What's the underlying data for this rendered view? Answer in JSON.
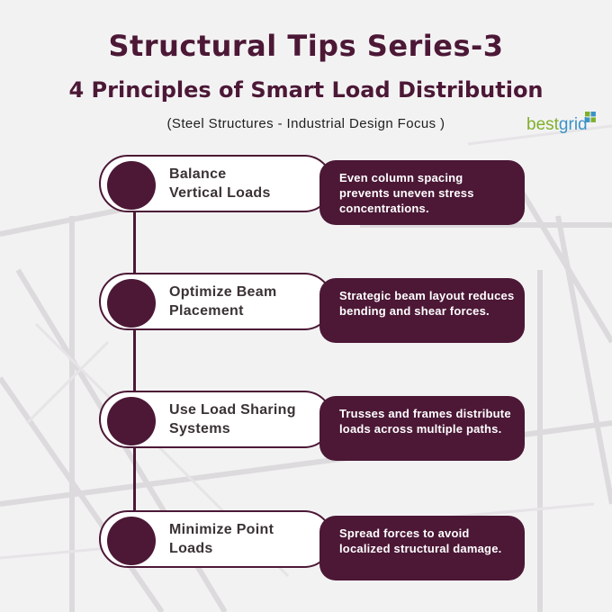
{
  "header": {
    "title": "Structural Tips Series-3",
    "subtitle": "4 Principles of Smart Load Distribution",
    "focus_note": "(Steel Structures - Industrial Design Focus )"
  },
  "brand": {
    "logo_part_1": "best",
    "logo_part_2": "grid"
  },
  "principles": [
    {
      "title_line_1": "Balance",
      "title_line_2": "Vertical Loads",
      "description": "Even column spacing prevents uneven stress concentrations."
    },
    {
      "title_line_1": "Optimize Beam",
      "title_line_2": "Placement",
      "description": "Strategic beam layout reduces bending and shear forces."
    },
    {
      "title_line_1": "Use Load Sharing",
      "title_line_2": "Systems",
      "description": "Trusses and frames distribute loads across multiple paths."
    },
    {
      "title_line_1": "Minimize Point",
      "title_line_2": "Loads",
      "description": "Spread forces to avoid localized structural damage."
    }
  ],
  "colors": {
    "primary": "#4c1836",
    "background": "#f3f2f3",
    "brand_green": "#7fb02b",
    "brand_blue": "#3a93c8"
  }
}
